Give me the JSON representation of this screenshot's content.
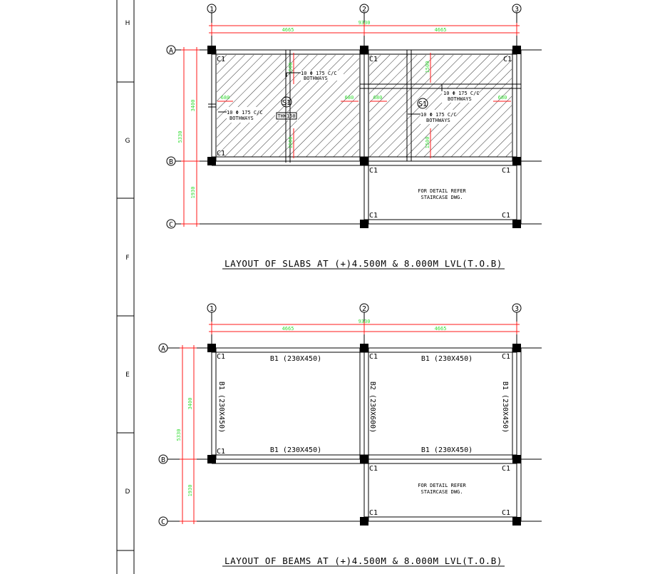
{
  "sheet": {
    "zones": [
      "H",
      "G",
      "F",
      "E",
      "D"
    ]
  },
  "slab_plan": {
    "title": "LAYOUT OF SLABS AT (+)4.500M & 8.000M LVL(T.O.B)",
    "grid_cols": [
      "1",
      "2",
      "3"
    ],
    "grid_rows": [
      "A",
      "B",
      "C"
    ],
    "dim_total": "9330",
    "dim_left": "4665",
    "dim_right": "4665",
    "dim_ab": "3400",
    "dim_ac": "5330",
    "dim_bc": "1930",
    "slab_mark_left": "S1",
    "slab_mark_right": "S1",
    "thickness": "THK150",
    "rebar_top": "10 Φ 175 C/C",
    "rebar_top_b": "BOTHWAYS",
    "rebar_left": "10 Φ 175 C/C",
    "rebar_left_b": "BOTHWAYS",
    "rebar_right_top": "10 Φ 175 C/C",
    "rebar_right_top_b": "BOTHWAYS",
    "rebar_right": "10 Φ 175 C/C",
    "rebar_right_b": "BOTHWAYS",
    "small_dims": [
      "680",
      "680",
      "680",
      "680",
      "1500",
      "1500",
      "1500",
      "1500"
    ],
    "column_label": "C1",
    "staircase_note_1": "FOR DETAIL REFER",
    "staircase_note_2": "STAIRCASE DWG."
  },
  "beam_plan": {
    "title": "LAYOUT OF BEAMS AT (+)4.500M & 8.000M LVL(T.O.B)",
    "grid_cols": [
      "1",
      "2",
      "3"
    ],
    "grid_rows": [
      "A",
      "B",
      "C"
    ],
    "dim_total": "9330",
    "dim_left": "4665",
    "dim_right": "4665",
    "dim_ab": "3400",
    "dim_ac": "5330",
    "dim_bc": "1930",
    "beam_top_left": "B1 (230X450)",
    "beam_top_right": "B1 (230X450)",
    "beam_mid_left": "B1 (230X450)",
    "beam_mid_right": "B1 (230X450)",
    "beam_vert_left": "B1 (230X450)",
    "beam_vert_mid": "B2 (230X600)",
    "beam_vert_right": "B1 (230X450)",
    "column_label": "C1",
    "staircase_note_1": "FOR DETAIL REFER",
    "staircase_note_2": "STAIRCASE DWG."
  }
}
